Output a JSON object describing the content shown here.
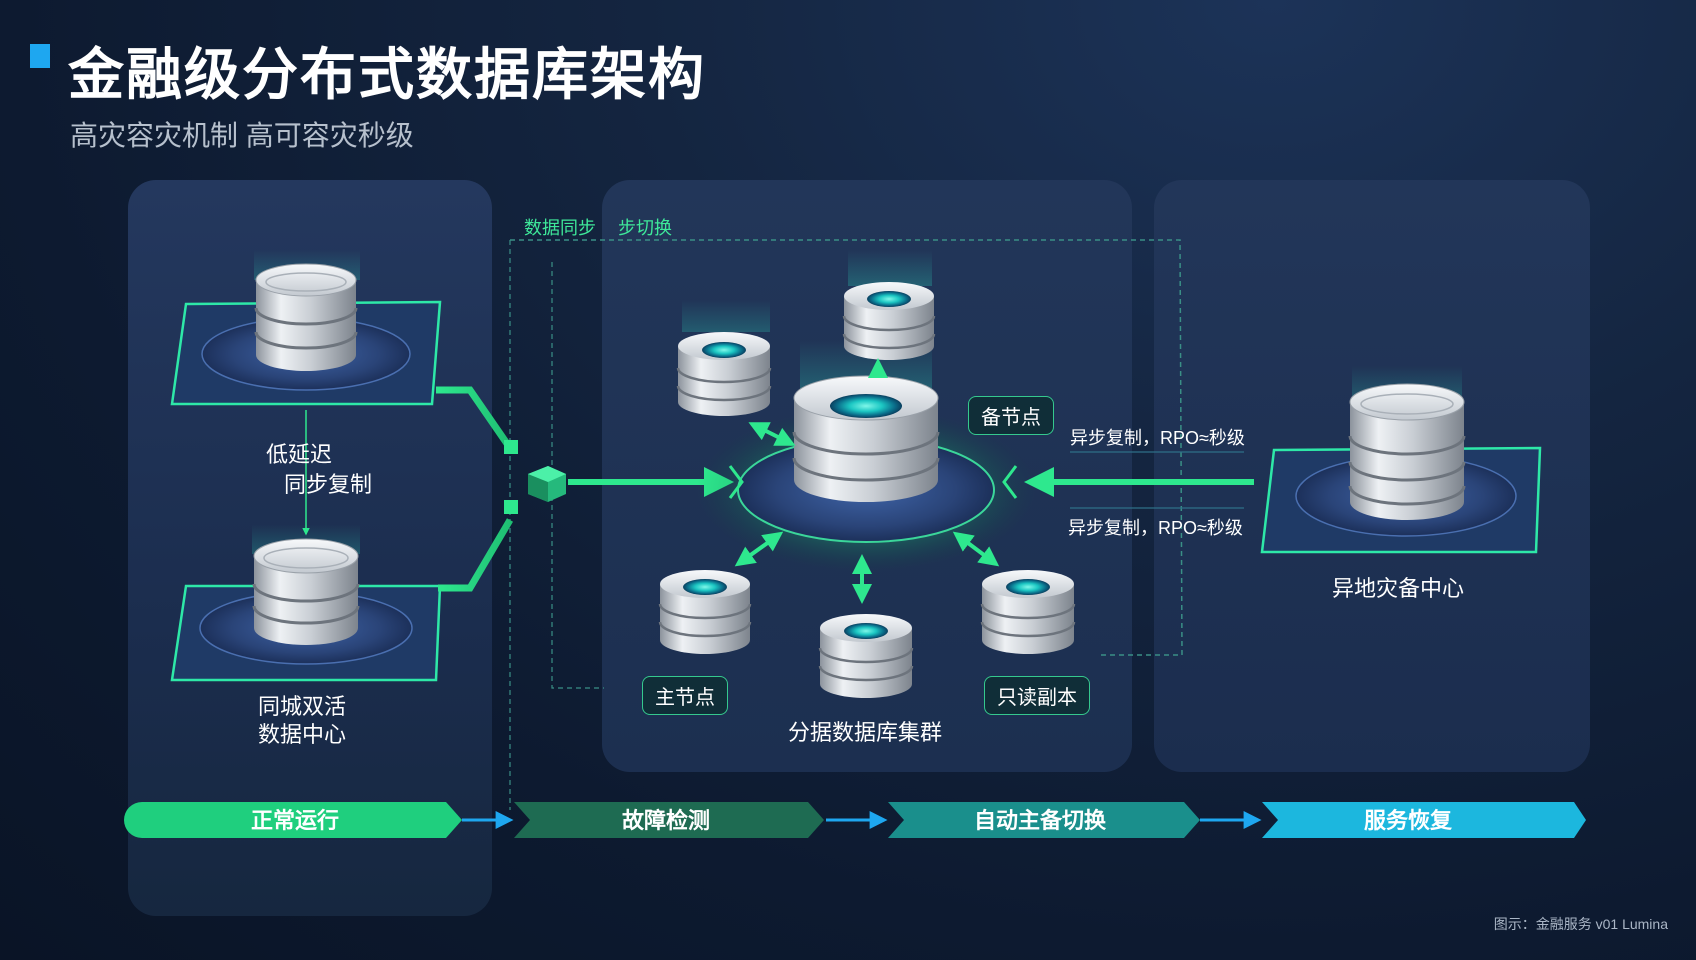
{
  "header": {
    "title": "金融级分布式数据库架构",
    "subtitle": "高灾容灾机制  高可容灾秒级"
  },
  "left_panel": {
    "link_label_line1": "低延迟",
    "link_label_line2": "同步复制",
    "center_label_line1": "同城双活",
    "center_label_line2": "数据中心"
  },
  "middle_panel": {
    "sync_label": "数据同步",
    "switch_label": "步切换",
    "standby_tag": "备节点",
    "primary_tag": "主节点",
    "replica_tag": "只读副本",
    "cluster_label": "分据数据库集群"
  },
  "replication": {
    "note_top": "异步复制，RPO≈秒级",
    "note_bottom": "异步复制，RPO≈秒级"
  },
  "right_panel": {
    "center_label": "异地灾备中心"
  },
  "flow": {
    "steps": [
      {
        "label": "正常运行",
        "color": "#1fcf7e"
      },
      {
        "label": "故障检测",
        "color": "#1e6b52"
      },
      {
        "label": "自动主备切换",
        "color": "#1a8f8c"
      },
      {
        "label": "服务恢复",
        "color": "#1cb7de"
      }
    ]
  },
  "footer": {
    "text": "图示：金融服务  v01 Lumina"
  },
  "colors": {
    "accent_blue": "#1ea7f0",
    "accent_green": "#2ee88e",
    "panel": "#1f3357"
  }
}
